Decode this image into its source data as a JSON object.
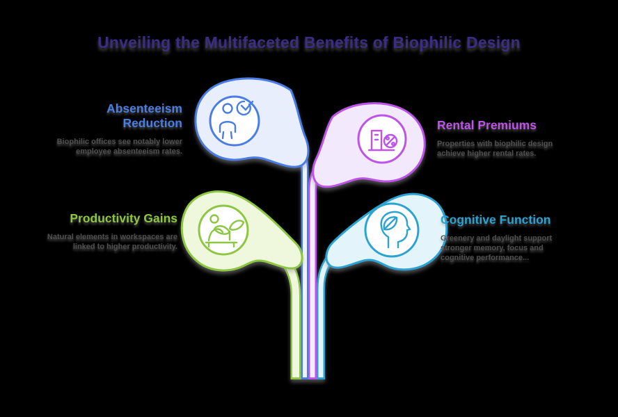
{
  "title": {
    "text": "Unveiling the Multifaceted Benefits of Biophilic Design",
    "color": "#3b2d85"
  },
  "items": [
    {
      "label": "Absenteeism Reduction",
      "description": "Biophilic offices see notably lower employee absenteeism rates.",
      "color": "#4a7de5",
      "fill": "#e8eefc",
      "icon": "person-check-icon"
    },
    {
      "label": "Rental Premiums",
      "description": "Properties with biophilic design achieve higher rental rates.",
      "color": "#bd53e8",
      "fill": "#f3e9fc",
      "icon": "building-percent-icon"
    },
    {
      "label": "Productivity Gains",
      "description": "Natural elements in workspaces are linked to higher productivity.",
      "color": "#8dc63f",
      "fill": "#eff7dd",
      "icon": "desk-plant-icon"
    },
    {
      "label": "Cognitive Function",
      "description": "Greenery and daylight support stronger memory, focus and cognitive performance...",
      "color": "#2aa2d2",
      "fill": "#e4f4fb",
      "icon": "head-leaf-icon"
    }
  ]
}
